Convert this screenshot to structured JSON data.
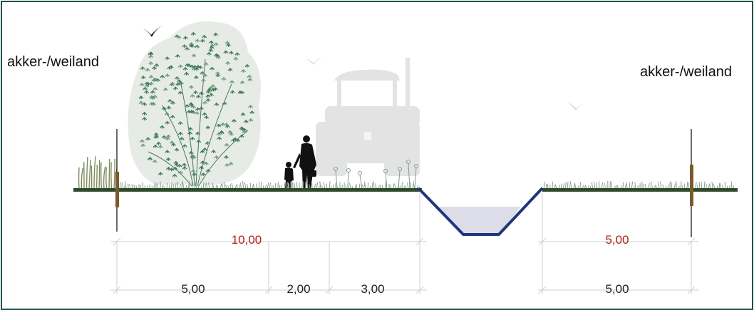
{
  "labels": {
    "left_land_use": "akker-/weiland",
    "right_land_use": "akker-/weiland"
  },
  "dimensions": {
    "left_total": "10,00",
    "right_total": "5,00",
    "left_parts": [
      "5,00",
      "2,00",
      "3,00"
    ],
    "right_part": "5,00"
  },
  "colors": {
    "frame": "#1f4f4f",
    "ground": "#2f4a2a",
    "ditch_line": "#23347a",
    "water": "#dcdde8",
    "total_text": "#b0221a",
    "part_text": "#222222",
    "silhouette": "#e3e3e3",
    "tree_canopy": "#e6ebe6",
    "foliage": "#3f7a55"
  },
  "icons": {
    "bird": "bird-icon",
    "tree": "tree-icon",
    "tractor": "tractor-icon",
    "people": "people-icon",
    "reeds": "reeds-icon",
    "post": "post-icon"
  }
}
